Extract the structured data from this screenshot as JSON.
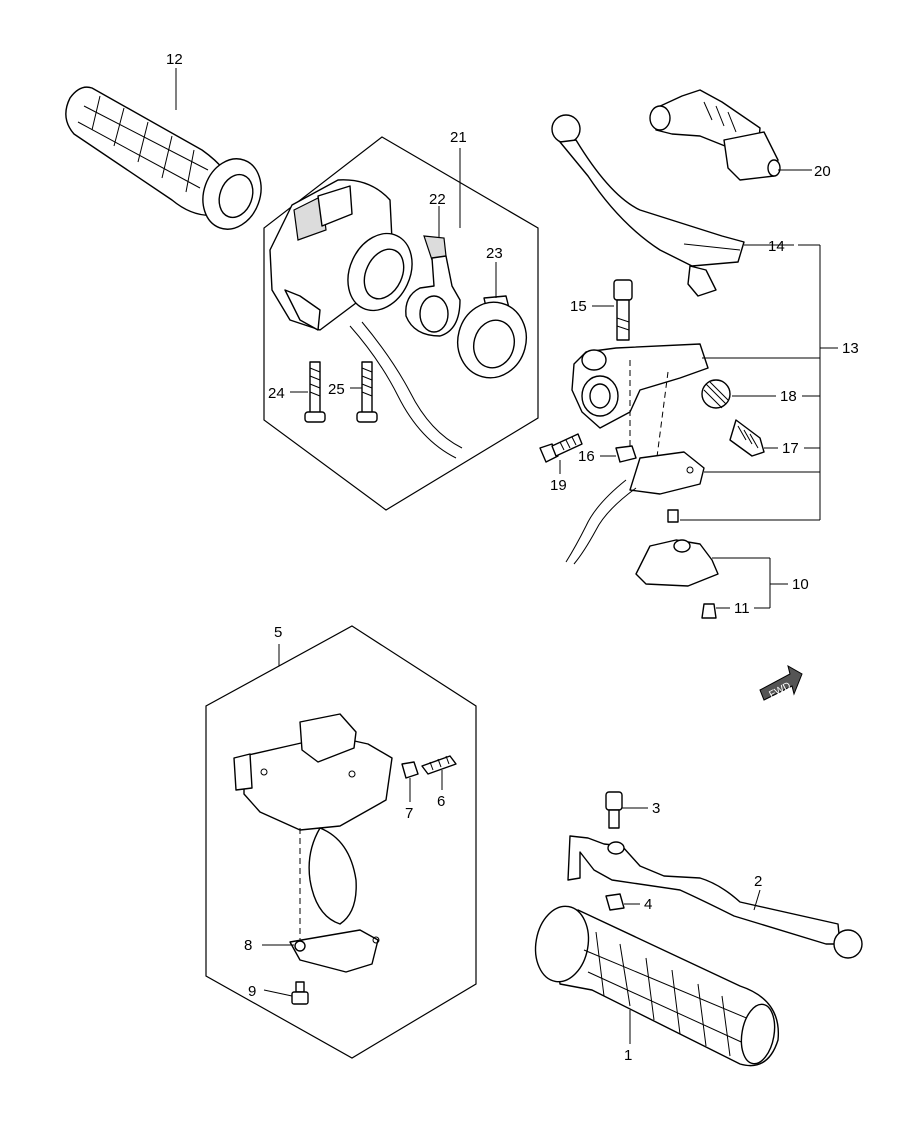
{
  "callouts": {
    "c1": "1",
    "c2": "2",
    "c3": "3",
    "c4": "4",
    "c5": "5",
    "c6": "6",
    "c7": "7",
    "c8": "8",
    "c9": "9",
    "c10": "10",
    "c11": "11",
    "c12": "12",
    "c13": "13",
    "c14": "14",
    "c15": "15",
    "c16": "16",
    "c17": "17",
    "c18": "18",
    "c19": "19",
    "c20": "20",
    "c21": "21",
    "c22": "22",
    "c23": "23",
    "c24": "24",
    "c25": "25"
  },
  "fwd_label": "FWD"
}
